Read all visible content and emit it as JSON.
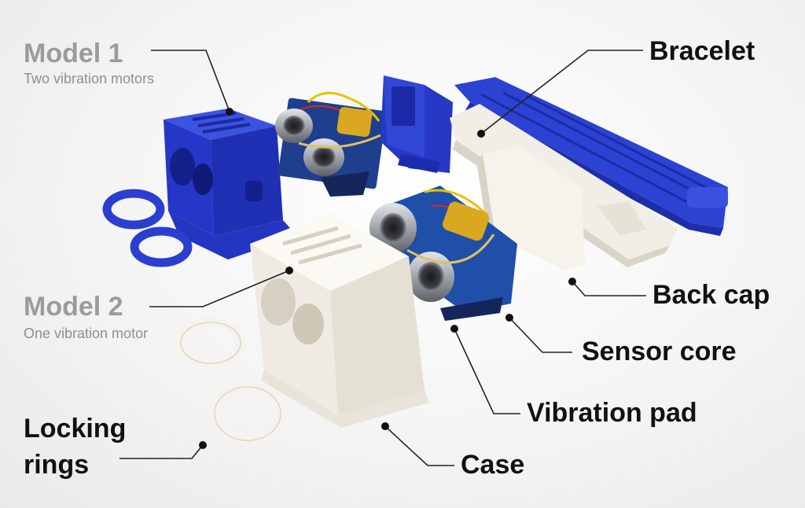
{
  "labels": {
    "model1_title": "Model 1",
    "model1_subtitle": "Two vibration motors",
    "model2_title": "Model 2",
    "model2_subtitle": "One vibration motor",
    "bracelet": "Bracelet",
    "back_cap": "Back cap",
    "sensor_core": "Sensor core",
    "vibration_pad": "Vibration pad",
    "case": "Case",
    "locking_rings_line1": "Locking",
    "locking_rings_line2": "rings"
  },
  "colors": {
    "model1_blue": "#2a3fd0",
    "model2_white": "#f4f1ea",
    "pcb_blue": "#1f4fa8",
    "sensor_silver": "#b8bcc2",
    "leader_line": "#222222"
  }
}
